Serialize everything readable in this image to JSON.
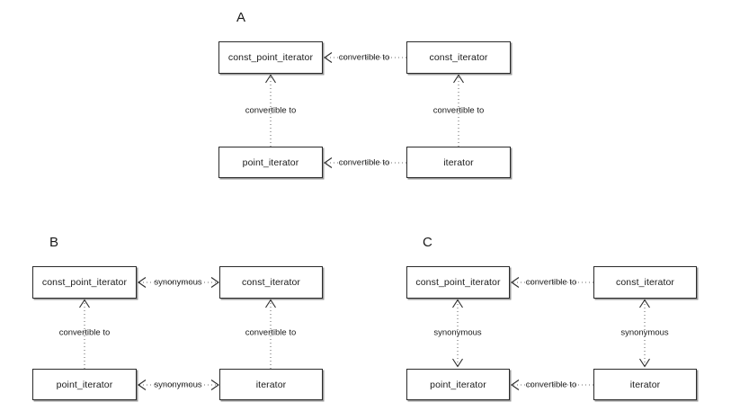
{
  "figure": {
    "background_color": "#ffffff",
    "box_border_color": "#2b2b2b",
    "edge_color": "#6e6e6e"
  },
  "panels": [
    {
      "label": "A",
      "nodes": {
        "top_left": "const_point_iterator",
        "top_right": "const_iterator",
        "bottom_left": "point_iterator",
        "bottom_right": "iterator"
      },
      "edges": {
        "top_horizontal": "convertible to",
        "bottom_horizontal": "convertible to",
        "left_vertical": "convertible to",
        "right_vertical": "convertible to"
      }
    },
    {
      "label": "B",
      "nodes": {
        "top_left": "const_point_iterator",
        "top_right": "const_iterator",
        "bottom_left": "point_iterator",
        "bottom_right": "iterator"
      },
      "edges": {
        "top_horizontal": "synonymous",
        "bottom_horizontal": "synonymous",
        "left_vertical": "convertible to",
        "right_vertical": "convertible to"
      }
    },
    {
      "label": "C",
      "nodes": {
        "top_left": "const_point_iterator",
        "top_right": "const_iterator",
        "bottom_left": "point_iterator",
        "bottom_right": "iterator"
      },
      "edges": {
        "top_horizontal": "convertible to",
        "bottom_horizontal": "convertible to",
        "left_vertical": "synonymous",
        "right_vertical": "synonymous"
      }
    }
  ]
}
